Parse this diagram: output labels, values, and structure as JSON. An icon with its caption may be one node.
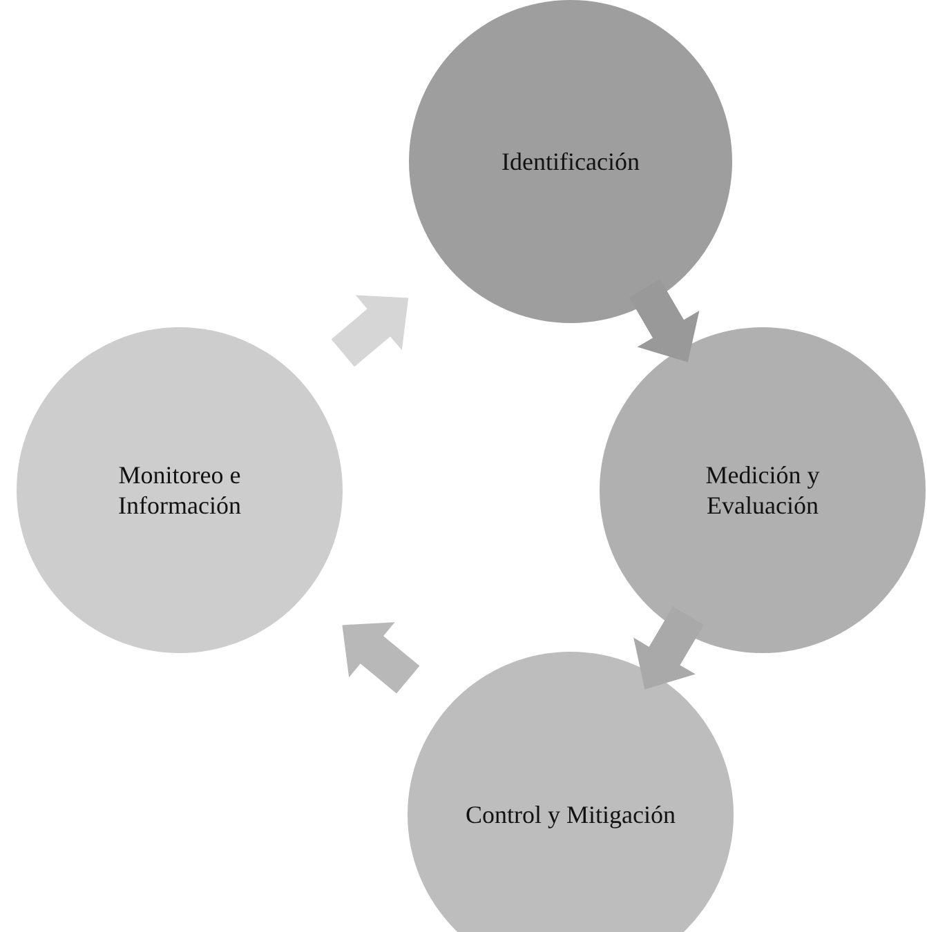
{
  "diagram": {
    "nodes": [
      {
        "text": [
          "Identificación"
        ]
      },
      {
        "text": [
          "Medición y Evaluación"
        ]
      },
      {
        "text": [
          "Control y Mitigación"
        ]
      },
      {
        "text": [
          "Monitoreo e Información"
        ]
      }
    ],
    "edges": [
      {
        "from": 0,
        "to": 1,
        "arrow": "to"
      },
      {
        "from": 1,
        "to": 2,
        "arrow": "to"
      },
      {
        "from": 2,
        "to": 3,
        "arrow": "to"
      },
      {
        "from": 3,
        "to": 0,
        "arrow": "to"
      }
    ]
  }
}
